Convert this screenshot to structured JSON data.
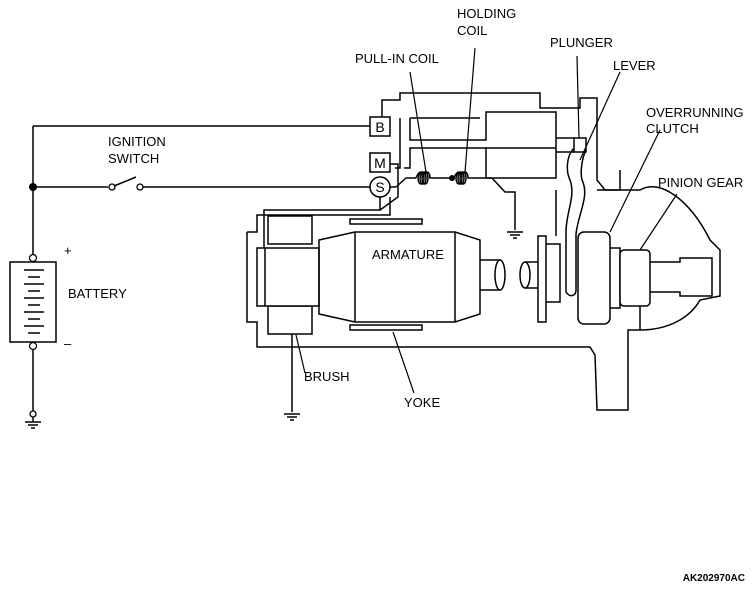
{
  "labels": {
    "holding_coil_line1": "HOLDING",
    "holding_coil_line2": "COIL",
    "pull_in_coil": "PULL-IN COIL",
    "plunger": "PLUNGER",
    "lever": "LEVER",
    "overrunning_clutch_line1": "OVERRUNNING",
    "overrunning_clutch_line2": "CLUTCH",
    "pinion_gear": "PINION GEAR",
    "ignition_switch_line1": "IGNITION",
    "ignition_switch_line2": "SWITCH",
    "battery": "BATTERY",
    "battery_plus": "+",
    "battery_minus": "–",
    "armature": "ARMATURE",
    "brush": "BRUSH",
    "yoke": "YOKE"
  },
  "terminals": {
    "b": "B",
    "m": "M",
    "s": "S"
  },
  "figure_code": "AK202970AC"
}
